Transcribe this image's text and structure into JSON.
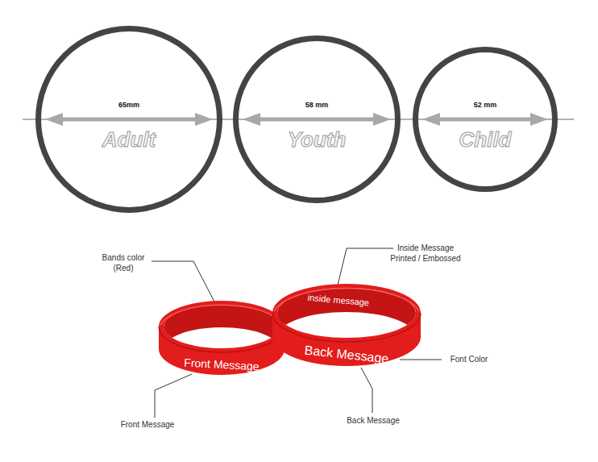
{
  "diagram": {
    "nodes": [
      {
        "text": [
          "65mm",
          "Adult"
        ]
      },
      {
        "text": [
          "58 mm",
          "Youth"
        ]
      },
      {
        "text": [
          "52 mm",
          "Child"
        ]
      },
      {
        "text": [
          "Front Message"
        ]
      },
      {
        "text": [
          "inside message",
          "Back Message"
        ]
      }
    ],
    "labels": [
      "Bands color (Red)",
      "Inside Message Printed / Embossed",
      "Font Color",
      "Front Message",
      "Back Message"
    ]
  }
}
